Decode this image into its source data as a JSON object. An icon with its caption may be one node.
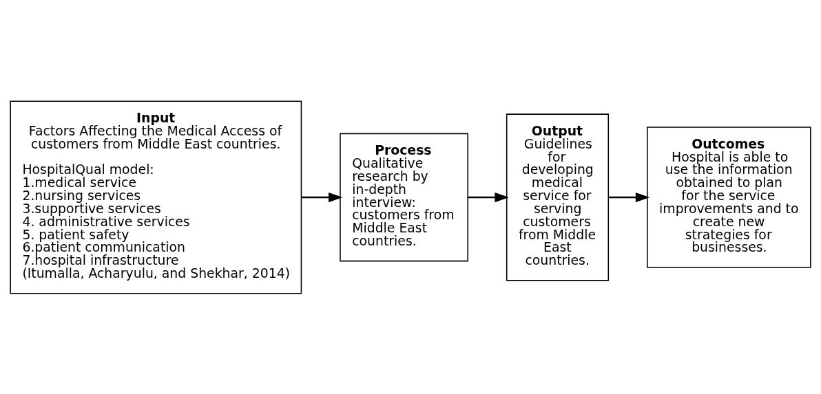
{
  "diagram": {
    "nodes": [
      {
        "text": [
          "Input",
          "Factors Affecting the Medical Access of customers from Middle East countries.",
          "HospitalQual model:",
          "1.medical service",
          "2.nursing services",
          "3.supportive services",
          "4. administrative services",
          "5. patient safety",
          "6.patient communication",
          "7.hospital infrastructure",
          "(Itumalla, Acharyulu, and Shekhar, 2014)"
        ]
      },
      {
        "text": [
          "Process",
          "Qualitative research by in-depth interview: customers from Middle East countries."
        ]
      },
      {
        "text": [
          "Output",
          "Guidelines for developing medical service for serving customers from Middle East countries."
        ]
      },
      {
        "text": [
          "Outcomes",
          "Hospital is able to use the information obtained to plan for the service improvements and to create new strategies for businesses."
        ]
      }
    ],
    "edges": [
      {
        "from": 0,
        "to": 1,
        "arrow": "to"
      },
      {
        "from": 1,
        "to": 2,
        "arrow": "to"
      },
      {
        "from": 2,
        "to": 3,
        "arrow": "to"
      }
    ]
  }
}
